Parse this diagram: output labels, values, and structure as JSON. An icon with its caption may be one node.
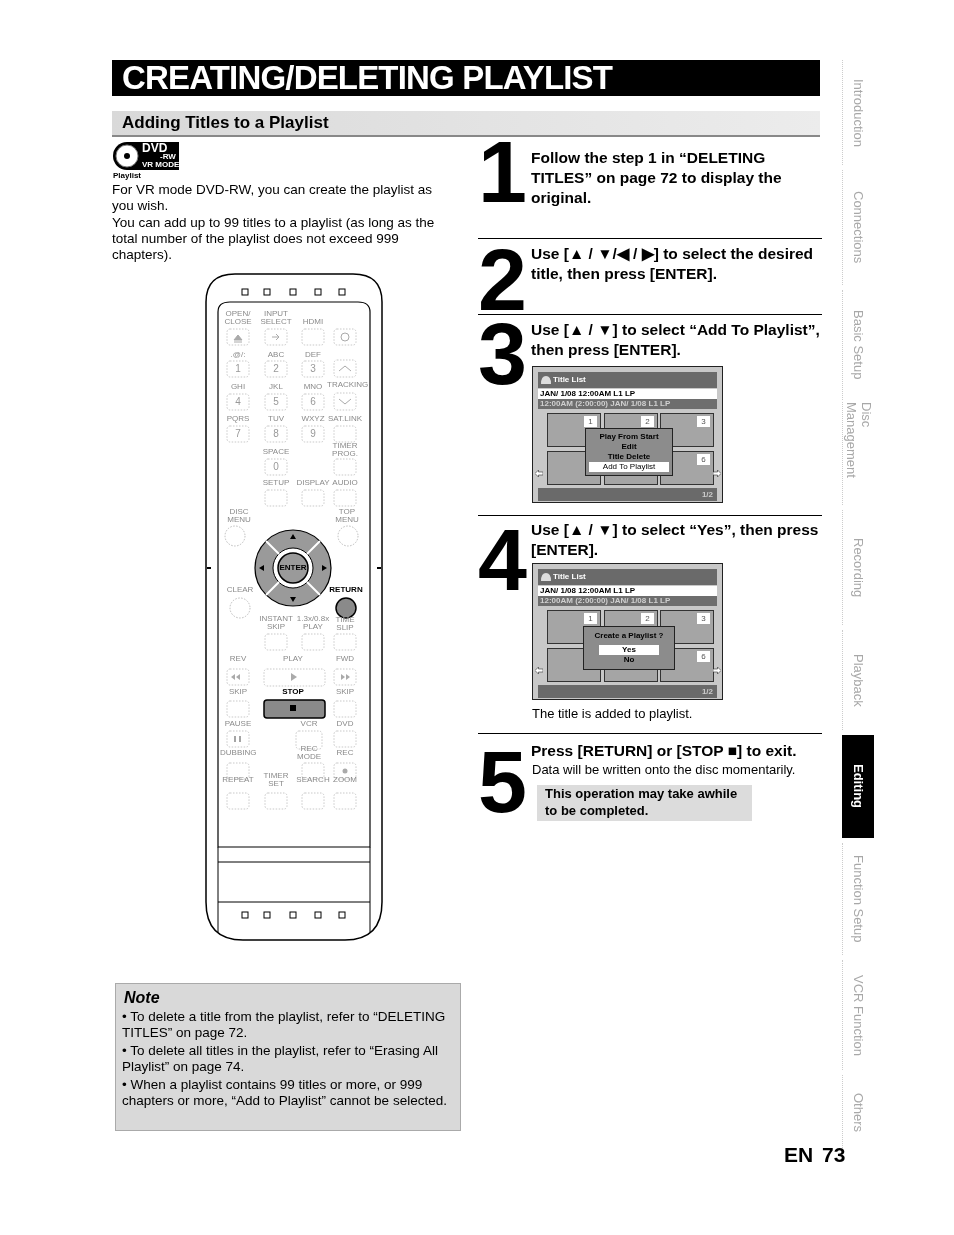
{
  "diagram": {
    "title": "CREATING/DELETING PLAYLIST",
    "labels": [
      "Adding Titles to a Playlist",
      "DVD",
      "-RW",
      "VR MODE",
      "Playlist",
      "For VR mode DVD-RW, you can create the playlist as you wish.",
      "You can add up to 99 titles to a playlist (as long as the total number of the playlist does not exceed 999 chapters).",
      "OPEN/ CLOSE",
      "INPUT SELECT",
      "HDMI",
      ".@/:",
      "ABC",
      "DEF",
      "1",
      "2",
      "3",
      "GHI",
      "JKL",
      "MNO",
      "TRACKING",
      "4",
      "5",
      "6",
      "PQRS",
      "TUV",
      "WXYZ",
      "SAT.LINK",
      "7",
      "8",
      "9",
      "SPACE",
      "TIMER PROG.",
      "0",
      "SETUP",
      "DISPLAY",
      "AUDIO",
      "DISC MENU",
      "TOP MENU",
      "ENTER",
      "CLEAR",
      "RETURN",
      "INSTANT SKIP",
      "1.3x/0.8x PLAY",
      "TIME SLIP",
      "REV",
      "PLAY",
      "FWD",
      "SKIP",
      "STOP",
      "SKIP",
      "PAUSE",
      "VCR",
      "DVD",
      "DUBBING",
      "REC MODE",
      "REC",
      "REPEAT",
      "TIMER SET",
      "SEARCH",
      "ZOOM",
      "1",
      "Follow the step 1 in “DELETING TITLES” on page 72 to display the original.",
      "2",
      "Use [▲ / ▼/◀ / ▶] to select the desired title, then press [ENTER].",
      "3",
      "Use [▲ / ▼] to select “Add To Playlist”, then press [ENTER].",
      "Title List",
      "JAN/ 1/08 12:00AM L1 LP",
      "12:00AM (2:00:00) JAN/ 1/08 L1 LP",
      "1",
      "2",
      "3",
      "6",
      "Play From Start",
      "Edit",
      "Title Delete",
      "Add To Playlist",
      "1/2",
      "4",
      "Use [▲ / ▼] to select “Yes”, then press [ENTER].",
      "Title List",
      "JAN/ 1/08 12:00AM L1 LP",
      "12:00AM (2:00:00) JAN/ 1/08 L1 LP",
      "1",
      "2",
      "3",
      "6",
      "Create a Playlist ?",
      "Yes",
      "No",
      "1/2",
      "The title is added to playlist.",
      "5",
      "Press [RETURN] or [STOP ■] to exit.",
      "Data will be written onto the disc momentarily.",
      "This operation may take awhile to be completed.",
      "Note",
      "• To delete a title from the playlist, refer to “DELETING TITLES” on page 72.",
      "• To delete all titles in the playlist, refer to “Erasing All Playlist” on page 74.",
      "• When a playlist contains 99 titles or more, or 999 chapters or more, “Add to Playlist” cannot be selected.",
      "Introduction",
      "Connections",
      "Basic Setup",
      "Disc Management",
      "Recording",
      "Playback",
      "Editing",
      "Function Setup",
      "VCR Function",
      "Others",
      "EN",
      "73"
    ]
  }
}
